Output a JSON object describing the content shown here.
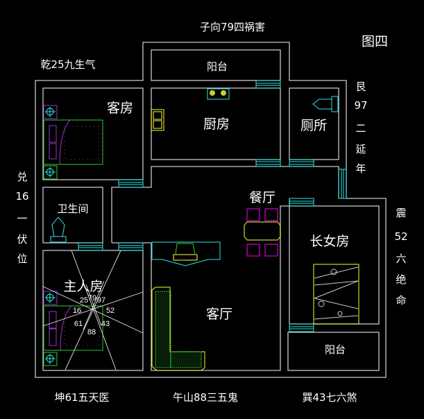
{
  "title": "图四",
  "directions": {
    "north": "子向79四祸害",
    "northwest": "乾25九生气",
    "northeast": [
      "艮",
      "97",
      "二",
      "延",
      "年"
    ],
    "west": [
      "兑",
      "16",
      "一",
      "伏",
      "位"
    ],
    "east": [
      "震",
      "52",
      "六",
      "绝",
      "命"
    ],
    "southwest": "坤61五天医",
    "south": "午山88三五鬼",
    "southeast": "巽43七六煞"
  },
  "rooms": {
    "balcony_north": "阳台",
    "guest_room": "客房",
    "kitchen": "厨房",
    "toilet": "厕所",
    "bathroom": "卫生间",
    "dining": "餐厅",
    "eldest_daughter_room": "长女房",
    "master_room": "主人房",
    "living_room": "客厅",
    "balcony_south": "阳台"
  },
  "compass_numbers": {
    "n1": "25",
    "n2": "79",
    "n3": "97",
    "w": "16",
    "e": "52",
    "sw": "61",
    "se": "43",
    "s": "88"
  },
  "colors": {
    "wall": "#c8c8c8",
    "window": "#2ee6e6",
    "bed": "#33cc33",
    "furniture_yellow": "#ffff33",
    "accent_purple": "#9933cc",
    "magenta": "#ff00ff"
  }
}
